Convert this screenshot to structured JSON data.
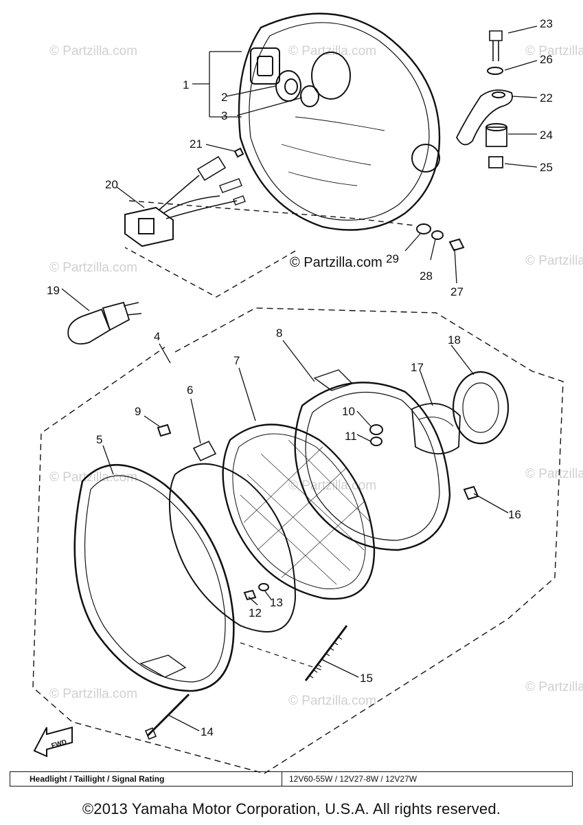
{
  "watermarks": {
    "repeated": "© Partzilla.com",
    "center": "© Partzilla.com"
  },
  "callouts": [
    "1",
    "2",
    "3",
    "4",
    "5",
    "6",
    "7",
    "8",
    "9",
    "10",
    "11",
    "12",
    "13",
    "14",
    "15",
    "16",
    "17",
    "18",
    "19",
    "20",
    "21",
    "22",
    "23",
    "24",
    "25",
    "26",
    "27",
    "28",
    "29"
  ],
  "fwd_label": "FWD",
  "rating_table": {
    "label": "Headlight / Taillight / Signal Rating",
    "value": "12V60-55W / 12V27-8W / 12V27W"
  },
  "copyright": "©2013 Yamaha Motor Corporation, U.S.A. All rights reserved.",
  "colors": {
    "ink": "#111111",
    "watermark": "#d0d0d0"
  }
}
